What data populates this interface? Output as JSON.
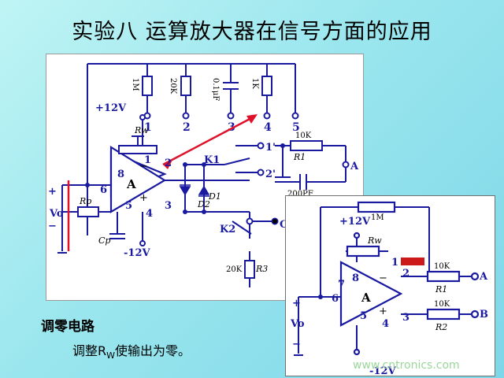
{
  "title": "实验八  运算放大器在信号方面的应用",
  "main_circuit": {
    "feedback_labels": [
      "1M",
      "20K",
      "0.1μF",
      "1K"
    ],
    "terminal_numbers": [
      "1",
      "2",
      "3",
      "4",
      "5"
    ],
    "supply_pos": "+12V",
    "supply_neg": "-12V",
    "rw_label": "Rw",
    "amp_label": "A",
    "pins": [
      "1",
      "2",
      "8",
      "6",
      "5",
      "3",
      "4"
    ],
    "switch1": "K1",
    "switch2": "K2",
    "term_1p": "1'",
    "term_2p": "2'",
    "res_10k": "10K",
    "r1": "R1",
    "cap_200pf": "200PF",
    "node_a": "A",
    "node_c": "C",
    "d1": "D1",
    "d2": "D2",
    "rp": "Rp",
    "cp": "Cp",
    "r3": "R3",
    "r3_value": "20K",
    "vo": "Vo"
  },
  "inset_circuit": {
    "res_1m": "1M",
    "supply_pos": "+12V",
    "supply_neg": "-12V",
    "rw_label": "Rw",
    "amp_label": "A",
    "pins": [
      "1",
      "2",
      "8",
      "7",
      "6",
      "5",
      "3",
      "4"
    ],
    "r1_value": "10K",
    "r1": "R1",
    "r2_value": "10K",
    "r2": "R2",
    "node_a": "A",
    "node_b": "B",
    "vo": "Vo"
  },
  "caption": {
    "heading": "调零电路",
    "body_prefix": "调整R",
    "body_sub": "W",
    "body_suffix": "使输出为零。"
  },
  "watermark": "www.cntronics.com",
  "colors": {
    "circuit_blue": "#1a1aa0",
    "arrow_red": "#e0102a",
    "highlight_red": "#cc1a1a",
    "background": "#9ae6ee"
  }
}
